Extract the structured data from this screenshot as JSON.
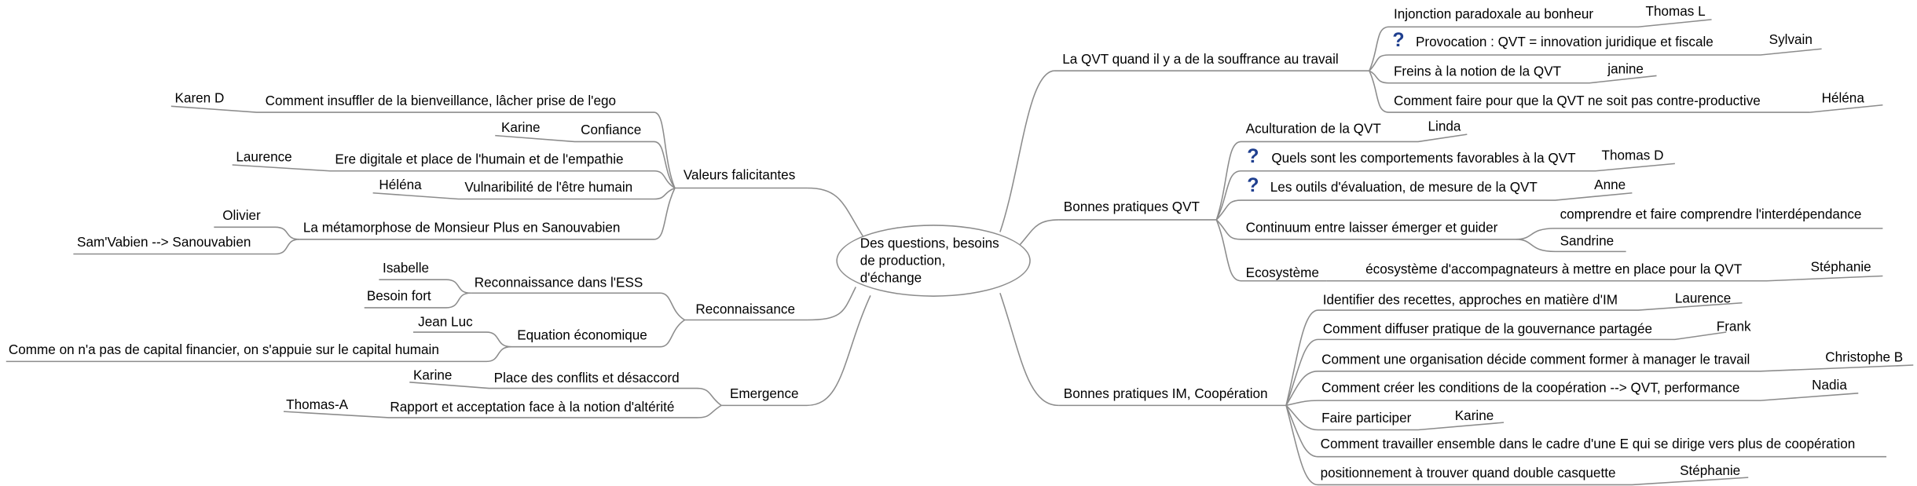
{
  "central": "Des questions, besoins de production, d'échange",
  "right_branches": [
    {
      "label": "La QVT quand il y a de la souffrance au travail",
      "children": [
        {
          "label": "Injonction paradoxale au bonheur",
          "note": "Thomas L",
          "icon": ""
        },
        {
          "label": "Provocation : QVT = innovation juridique et fiscale",
          "note": "Sylvain",
          "icon": "question-icon"
        },
        {
          "label": "Freins à la notion de la QVT",
          "note": "janine",
          "icon": ""
        },
        {
          "label": "Comment faire pour que la QVT ne soit pas contre-productive",
          "note": "Héléna",
          "icon": ""
        }
      ]
    },
    {
      "label": "Bonnes pratiques QVT",
      "children": [
        {
          "label": "Aculturation de la QVT",
          "note": "Linda",
          "icon": ""
        },
        {
          "label": "Quels sont les comportements favorables à la QVT",
          "note": "Thomas D",
          "icon": "question-icon"
        },
        {
          "label": "Les outils d'évaluation, de mesure de la QVT",
          "note": "Anne",
          "icon": "question-icon"
        },
        {
          "label": "Continuum entre laisser émerger et guider",
          "notes": [
            "comprendre et faire comprendre l'interdépendance",
            "Sandrine"
          ],
          "icon": ""
        },
        {
          "label": "Ecosystème",
          "sub": "écosystème d'accompagnateurs à mettre en place pour la QVT",
          "note": "Stéphanie",
          "icon": ""
        }
      ]
    },
    {
      "label": "Bonnes pratiques IM, Coopération",
      "children": [
        {
          "label": "Identifier des recettes, approches en matière d'IM",
          "note": "Laurence"
        },
        {
          "label": "Comment diffuser pratique de la gouvernance partagée",
          "note": "Frank"
        },
        {
          "label": "Comment une organisation décide comment former à manager le travail",
          "note": "Christophe B"
        },
        {
          "label": "Comment créer les conditions de la coopération --> QVT, performance",
          "note": "Nadia"
        },
        {
          "label": "Faire participer",
          "note": "Karine"
        },
        {
          "label": "Comment travailler ensemble dans le cadre d'une E qui se dirige vers plus de coopération",
          "note": ""
        },
        {
          "label": "positionnement à trouver quand double casquette",
          "note": "Stéphanie"
        }
      ]
    }
  ],
  "left_branches": [
    {
      "label": "Valeurs falicitantes",
      "children": [
        {
          "label": "Comment insuffler de la bienveillance, lâcher prise de l'ego",
          "note": "Karen D"
        },
        {
          "label": "Confiance",
          "note": "Karine"
        },
        {
          "label": "Ere digitale et place de l'humain et de l'empathie",
          "note": "Laurence"
        },
        {
          "label": "Vulnaribilité de l'être humain",
          "note": "Héléna"
        },
        {
          "label": "La métamorphose de Monsieur Plus en Sanouvabien",
          "notes": [
            "Olivier",
            "Sam'Vabien --> Sanouvabien"
          ]
        }
      ]
    },
    {
      "label": "Reconnaissance",
      "children": [
        {
          "label": "Reconnaissance dans l'ESS",
          "notes": [
            "Isabelle",
            "Besoin fort"
          ]
        },
        {
          "label": "Equation économique",
          "notes": [
            "Jean Luc",
            "Comme on n'a pas de capital financier, on s'appuie sur le capital humain"
          ]
        }
      ]
    },
    {
      "label": "Emergence",
      "children": [
        {
          "label": "Place des conflits et désaccord",
          "note": "Karine"
        },
        {
          "label": "Rapport et acceptation face à la notion d'altérité",
          "note": "Thomas-A"
        }
      ]
    }
  ]
}
